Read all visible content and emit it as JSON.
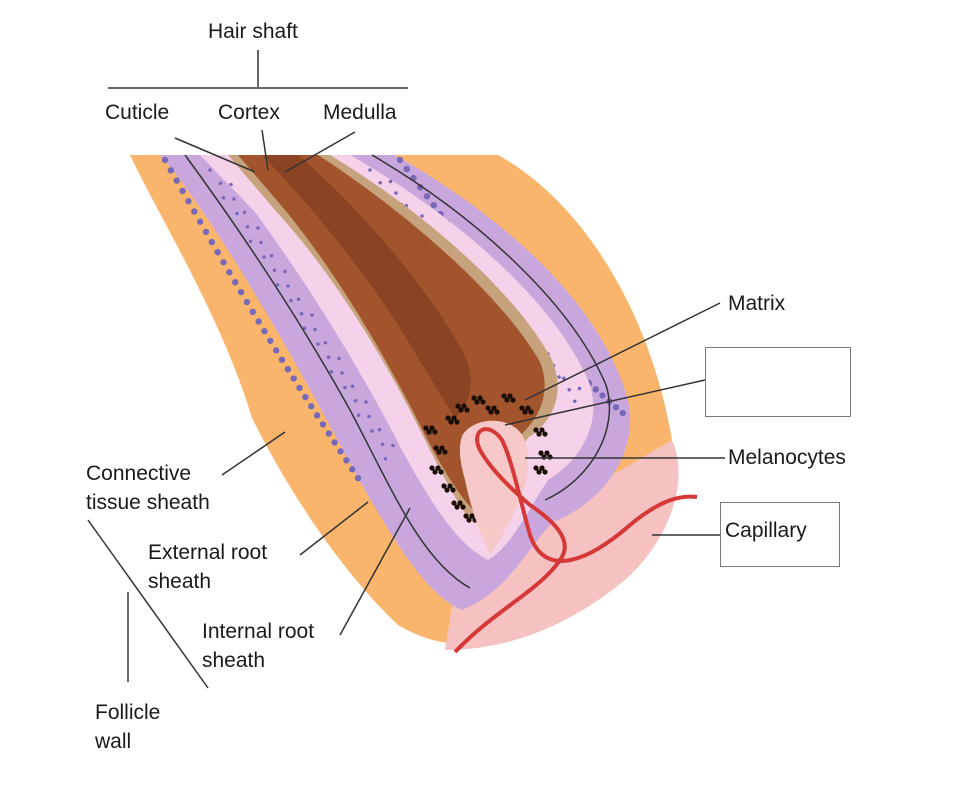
{
  "diagram": {
    "labels": {
      "hair_shaft": "Hair shaft",
      "cuticle": "Cuticle",
      "cortex": "Cortex",
      "medulla": "Medulla",
      "matrix": "Matrix",
      "blank_box": "",
      "melanocytes": "Melanocytes",
      "capillary": "Capillary",
      "connective_tissue_sheath": [
        "Connective",
        "tissue sheath"
      ],
      "external_root_sheath": [
        "External root",
        "sheath"
      ],
      "internal_root_sheath": [
        "Internal root",
        "sheath"
      ],
      "follicle_wall": [
        "Follicle",
        "wall"
      ]
    },
    "colors": {
      "connective_tissue": "#f9b56b",
      "papilla_region": "#f5c1c1",
      "external_root_sheath": "#c9a7dd",
      "basal_cell_layer": "#7868b8",
      "internal_root_sheath": "#f6d2ea",
      "hair_cortex": "#a2552c",
      "hair_medulla": "#8a4423",
      "cuticle_band": "#c6a37c",
      "melanin": "#1a0d06",
      "dermal_papilla": "#f7c8c8",
      "capillary": "#d63838",
      "leader_line": "#333333"
    }
  }
}
